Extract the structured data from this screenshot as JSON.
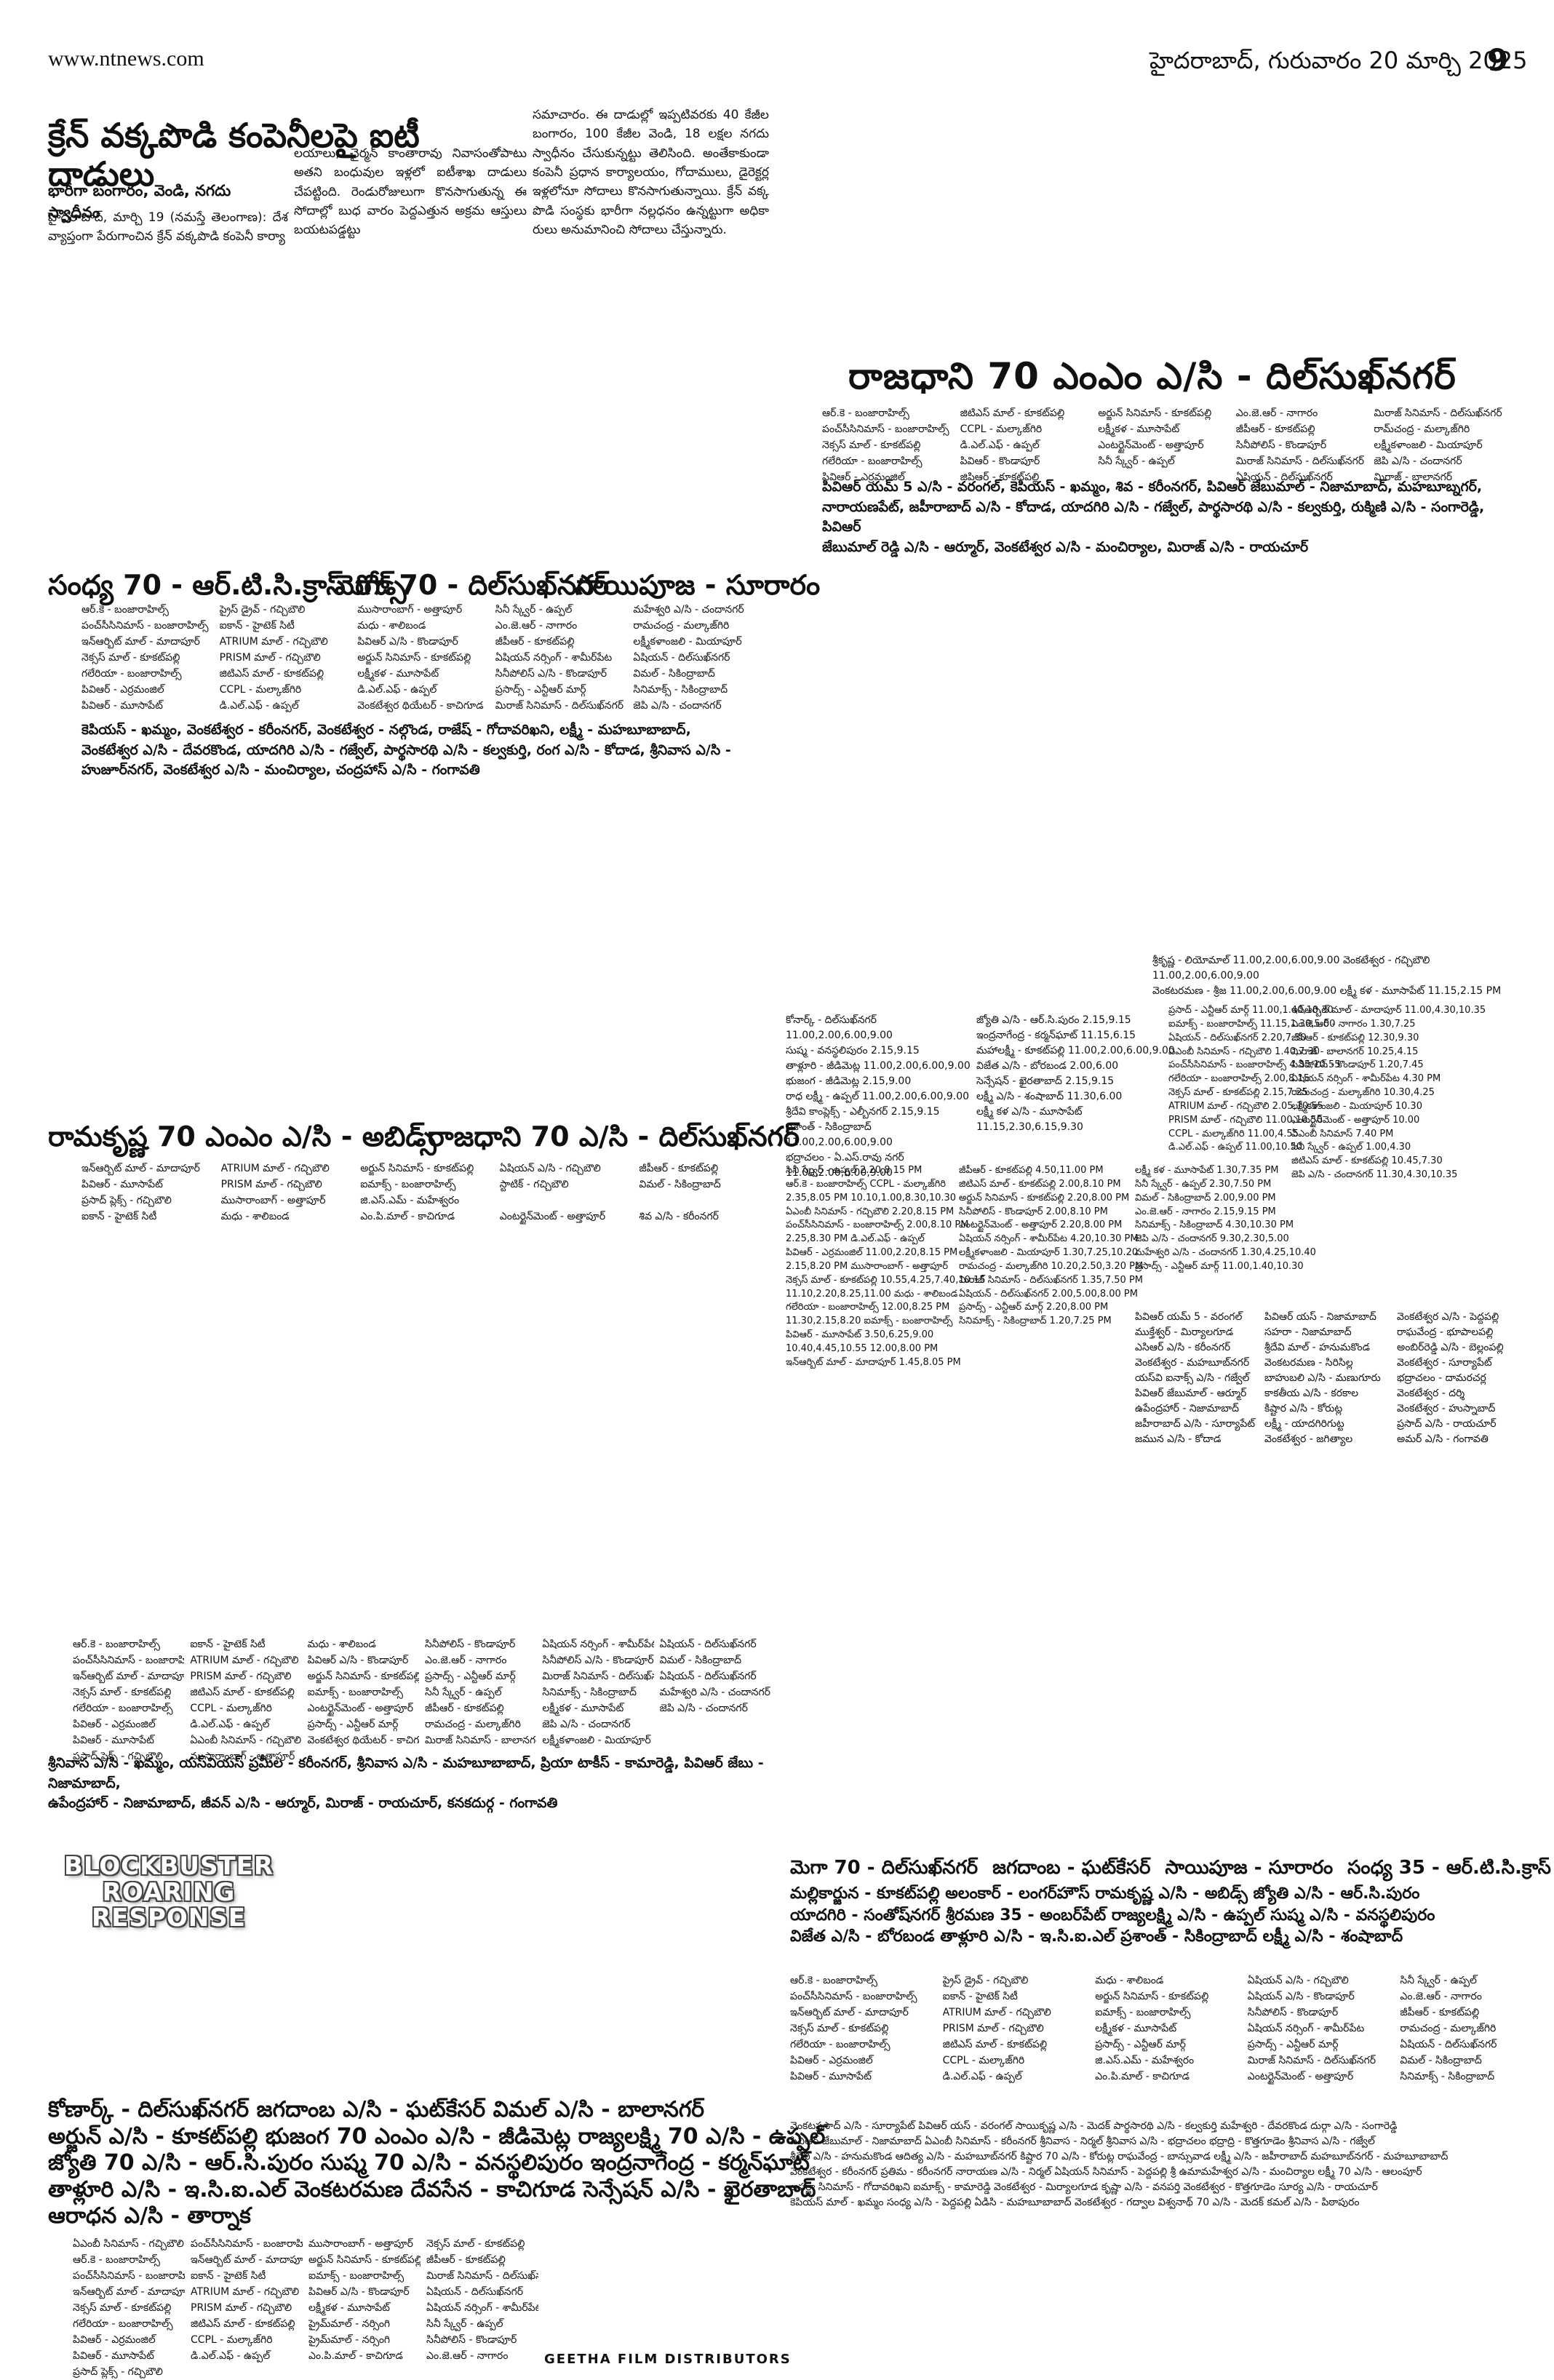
{
  "header": {
    "url": "www.ntnews.com",
    "dateline": "హైదరాబాద్, గురువారం 20 మార్చి 2025",
    "page_number": "9"
  },
  "article": {
    "headline": "క్రేన్ వక్కపొడి కంపెనీలపై ఐటీ దాడులు",
    "subhead": "భారీగా బంగారం, వెండి, నగదు స్వాధీనం",
    "col1": "హైదరాబాద్, మార్చి 19 (నమస్తే తెలంగాణ): దేశ వ్యాప్తంగా పేరుగాంచిన క్రేన్ వక్కపొడి కంపెనీ కార్యా",
    "col2": "లయాలు, చైర్మన్ కాంతారావు నివాసంతోపాటు అతని బంధువుల ఇళ్లలో ఐటీశాఖ దాడులు చేపట్టింది. రెండురోజులుగా కొనసాగుతున్న ఈ సోదాల్లో బుధ వారం పెద్దఎత్తున అక్రమ ఆస్తులు బయటపడ్డట్టు",
    "col3": "సమాచారం. ఈ దాడుల్లో ఇప్పటివరకు 40 కేజీల బంగారం, 100 కేజీల వెండి, 18 లక్షల నగదు స్వాధీనం చేసుకున్నట్టు తెలిసింది. అంతేకాకుండా కంపెనీ ప్రధాన కార్యాలయం, గోదాములు, డైరెక్టర్ల ఇళ్లలోనూ సోదాలు కొనసాగుతున్నాయి. క్రేన్ వక్క పొడి సంస్థకు భారీగా నల్లధనం ఉన్నట్టుగా అధికా రులు అనుమానించి సోదాలు చేస్తున్నారు."
  },
  "ad_top_right": {
    "title": "రాజధాని 70 ఎంఎం ఎ/సి - దిల్‌సుఖ్‌నగర్",
    "grid": [
      "ఆర్.కె - బంజారాహిల్స్",
      "జిటిఎస్ మాల్ - కూకట్‌పల్లి",
      "అర్జున్ సినిమాస్ - కూకట్‌పల్లి",
      "ఎం.జె.ఆర్ - నాగారం",
      "మిరాజ్ సినిమాస్ - దిల్‌సుఖ్‌నగర్",
      "పంచ్‌సీసినిమాస్ - బంజారాహిల్స్",
      "CCPL - మల్కాజ్‌గిరి",
      "లక్ష్మీకళ - మూసాపేట్",
      "జీపీఆర్ - కూకట్‌పల్లి",
      "రామ్‌చంద్ర - మల్కాజ్‌గిరి",
      "నెక్సస్ మాల్ - కూకట్‌పల్లి",
      "డి.ఎల్.ఎఫ్ - ఉప్పల్",
      "ఎంటర్టైన్‌మెంట్ - అత్తాపూర్",
      "సినీపోలిస్ - కొండాపూర్",
      "లక్ష్మీకళాంజలి - మియాపూర్",
      "గలేరియా - బంజారాహిల్స్",
      "పివిఆర్ - కొండాపూర్",
      "సినీ స్క్వేర్ - ఉప్పల్",
      "మిరాజ్ సినిమాస్ - దిల్‌సుఖ్‌నగర్",
      "జెపి ఎ/సి - చందానగర్",
      "పివిఆర్ - ఎర్రమంజిల్",
      "జిపిఆర్ - కూకట్‌పల్లి",
      "",
      "ఏషియన్ - దిల్‌సుఖ్‌నగర్",
      "మిరాజ్ - బాలానగర్"
    ],
    "lines": [
      "పివిఆర్ యమ్ 5 ఎ/సి - వరంగల్, కెపియస్ - ఖమ్మం, శివ - కరీంనగర్, పివిఆర్ జేబుమాల్ - నిజామాబాద్, మహబూబ్నగర్,",
      "నారాయణపేట్, జహీరాబాద్ ఎ/సి - కోదాడ, యాదగిరి ఎ/సి - గజ్వేల్, పార్థసారథి ఎ/సి - కల్వకుర్తి, రుక్మిణి ఎ/సి - సంగారెడ్డి, పివిఆర్",
      "జేబుమాల్ రెడ్డి ఎ/సి - ఆర్మూర్, వెంకటేశ్వర ఎ/సి - మంచిర్యాల, మిరాజ్ ఎ/సి - రాయచూర్"
    ]
  },
  "ad_mid_left": {
    "titles": [
      "సంధ్య 70 - ఆర్.టి.సి.క్రాస్ రోడ్స్",
      "మెగా 70 - దిల్‌సుఖ్‌నగర్",
      "సాయిపూజ - సూరారం"
    ],
    "grid": [
      "ఆర్.కె - బంజారాహిల్స్",
      "ప్రైస్ డ్రైవ్ - గచ్చిబౌలి",
      "ముసారాంబాగ్ - అత్తాపూర్",
      "సినీ స్క్వేర్ - ఉప్పల్",
      "మహేశ్వరి ఎ/సి - చందానగర్",
      "పంచ్‌సీసినిమాస్ - బంజారాహిల్స్",
      "ఐకాన్ - హైటెక్ సిటీ",
      "మధు - శాలిబండ",
      "ఎం.జె.ఆర్ - నాగారం",
      "రామచంద్ర - మల్కాజ్‌గిరి",
      "ఇన్‌ఆర్బిట్ మాల్ - మాదాపూర్",
      "ATRIUM మాల్ - గచ్చిబౌలి",
      "పివిఆర్ ఎ/సి - కొండాపూర్",
      "జీపీఆర్ - కూకట్‌పల్లి",
      "లక్ష్మీకళాంజలి - మియాపూర్",
      "నెక్సస్ మాల్ - కూకట్‌పల్లి",
      "PRISM మాల్ - గచ్చిబౌలి",
      "అర్జున్ సినిమాస్ - కూకట్‌పల్లి",
      "ఏషియన్ నర్సింగ్ - శామీర్‌పేట",
      "ఏషియన్ - దిల్‌సుఖ్‌నగర్",
      "గలేరియా - బంజారాహిల్స్",
      "జిటిఎస్ మాల్ - కూకట్‌పల్లి",
      "లక్ష్మీకళ - మూసాపేట్",
      "సినీపోలిస్ ఎ/సి - కొండాపూర్",
      "విమల్ - సికింద్రాబాద్",
      "పివిఆర్ - ఎర్రమంజిల్",
      "CCPL - మల్కాజ్‌గిరి",
      "డి.ఎల్.ఎఫ్ - ఉప్పల్",
      "ప్రసాద్స్ - ఎన్టీఆర్ మార్గ్",
      "సినిమాక్స్ - సికింద్రాబాద్",
      "పివిఆర్ - మూసాపేట్",
      "డి.ఎల్.ఎఫ్ - ఉప్పల్",
      "వెంకటేశ్వర థియేటర్ - కాచిగూడ",
      "మిరాజ్ సినిమాస్ - దిల్‌సుఖ్‌నగర్",
      "జెపి ఎ/సి - చందానగర్"
    ],
    "lines": [
      "కెపియస్ - ఖమ్మం, వెంకటేశ్వర - కరీంనగర్, వెంకటేశ్వర - నల్గొండ, రాజేష్ - గోదావరిఖని, లక్ష్మీ - మహబూబాబాద్,",
      "వెంకటేశ్వర ఎ/సి - దేవరకొండ, యాదగిరి ఎ/సి - గజ్వేల్, పార్థసారథి ఎ/సి - కల్వకుర్తి, రంగ ఎ/సి - కోదాడ, శ్రీనివాస ఎ/సి -",
      "హుజూర్‌నగర్, వెంకటేశ్వర ఎ/సి - మంచిర్యాల, చంద్రహాస్ ఎ/సి - గంగావతి"
    ]
  },
  "ad_ramakrishna": {
    "titles": [
      "రామకృష్ణ 70 ఎంఎం ఎ/సి - అబిడ్స్",
      "రాజధాని 70 ఎ/సి - దిల్‌సుఖ్‌నగర్"
    ],
    "grid": [
      "ఇన్‌ఆర్బిట్ మాల్ - మాదాపూర్",
      "ATRIUM మాల్ - గచ్చిబౌలి",
      "అర్జున్ సినిమాస్ - కూకట్‌పల్లి",
      "ఏషియన్ ఎ/సి - గచ్చిబౌలి",
      "జీపీఆర్ - కూకట్‌పల్లి",
      "పివిఆర్ - మూసాపేట్",
      "PRISM మాల్ - గచ్చిబౌలి",
      "ఐమాక్స్ - బంజారాహిల్స్",
      "స్టాటిక్ - గచ్చిబౌలి",
      "విమల్ - సికింద్రాబాద్",
      "ప్రసాద్ ప్లెక్స్ - గచ్చిబౌలి",
      "ముసారాంబాగ్ - అత్తాపూర్",
      "జి.ఎస్.ఎమ్ - మహేశ్వరం",
      "",
      "",
      "ఐకాన్ - హైటెక్ సిటీ",
      "మధు - శాలిబండ",
      "ఎం.పి.మాల్ - కాచిగూడ",
      "ఎంటర్టైన్‌మెంట్ - అత్తాపూర్",
      "శివ ఎ/సి - కరీంనగర్"
    ]
  },
  "showtimes": {
    "top_lines": [
      "శ్రీకృష్ణ - లియోమాల్ 11.00,2.00,6.00,9.00   వెంకటేశ్వర - గచ్చిబౌలి 11.00,2.00,6.00,9.00",
      "వెంకటరమణ - శ్రీజ 11.00,2.00,6.00,9.00   లక్ష్మీ కళ - మూసాపేట్ 11.15,2.15 PM"
    ],
    "left_col": [
      "కోనార్క్ - దిల్‌సుఖ్‌నగర్ 11.00,2.00,6.00,9.00",
      "సుష్మ - వనస్థలిపురం 2.15,9.15",
      "తాళ్లూరి - జీడిమెట్ల 11.00,2.00,6.00,9.00",
      "భుజంగ - జీడిమెట్ల 2.15,9.00",
      "రాధ లక్ష్మీ - ఉప్పల్ 11.00,2.00,6.00,9.00",
      "శ్రీదేవి కాంప్లెక్స్ - ఎల్బీనగర్ 2.15,9.15",
      "ప్రశాంత్ - సికింద్రాబాద్ 11.00,2.00,6.00,9.00",
      "భద్రాచలం - ఏ.ఎస్.రావు నగర్ 11.00,2.00,6.00,9.00"
    ],
    "mid_col": [
      "జ్యోతి ఎ/సి - ఆర్.సి.పురం 2.15,9.15",
      "ఇంద్రనాగేంద్ర - కర్మన్‌ఘాట్ 11.15,6.15",
      "మహాలక్ష్మీ - కూకట్‌పల్లి 11.00,2.00,6.00,9.00",
      "విజేత ఎ/సి - బోరబండ 2.00,6.00",
      "సెన్సేషన్ - ఖైరతాబాద్ 2.15,9.15",
      "లక్ష్మీ ఎ/సి - శంషాబాద్ 11.30,6.00",
      "లక్ష్మీ కళ ఎ/సి - మూసాపేట్",
      "11.15,2.30,6.15,9.30"
    ],
    "dense_a": [
      "సినీ స్క్వేర్ - ఉప్పల్  2.20,8.15 PM",
      "ఆర్.కె - బంజారాహిల్స్  CCPL - మల్కాజ్‌గిరి",
      "2.35,8.05 PM  10.10,1.00,8.30,10.30",
      "ఏఎంబీ సినిమాస్ - గచ్చిబౌలి  2.20,8.15 PM",
      "పంచ్‌సీసినిమాస్ - బంజారాహిల్స్  2.00,8.10 PM",
      "2.25,8.30 PM  డి.ఎల్.ఎఫ్ - ఉప్పల్",
      "పివిఆర్ - ఎర్రమంజిల్  11.00,2.20,8.15 PM",
      "2.15,8.20 PM  ముసారాంబాగ్ - అత్తాపూర్",
      "నెక్సస్ మాల్ - కూకట్‌పల్లి  10.55,4.25,7.40,10.15",
      "11.10,2.20,8.25,11.00  మధు - శాలిబండ",
      "గలేరియా - బంజారాహిల్స్  12.00,8.25 PM",
      "11.30,2.15,8.20  ఐమాక్స్ - బంజారాహిల్స్",
      "పివిఆర్ - మూసాపేట్  3.50,6.25,9.00",
      "10.40,4.45,10.55  12.00,8.00 PM",
      "ఇన్‌ఆర్బిట్ మాల్ - మాదాపూర్  1.45,8.05 PM"
    ],
    "dense_b": [
      "జీపీఆర్ - కూకట్‌పల్లి  4.50,11.00 PM",
      "జిటిఎస్ మాల్ - కూకట్‌పల్లి  2.00,8.10 PM",
      "అర్జున్ సినిమాస్ - కూకట్‌పల్లి  2.20,8.00 PM",
      "సినీపోలిస్ - కొండాపూర్  2.00,8.10 PM",
      "ఎంటర్టైన్‌మెంట్ - అత్తాపూర్  2.20,8.00 PM",
      "ఏషియన్ నర్సింగ్ - శామీర్‌పేట  4.20,10.30 PM",
      "లక్ష్మీకళాంజలి - మియాపూర్  1.30,7.25,10.20",
      "రామచంద్ర - మల్కాజ్‌గిరి  10.20,2.50,3.20 PM",
      "మిరాజ్ సినిమాస్ - దిల్‌సుఖ్‌నగర్  1.35,7.50 PM",
      "ఏషియన్ - దిల్‌సుఖ్‌నగర్  2.00,5.00,8.00 PM",
      "ప్రసాద్స్ - ఎన్టీఆర్ మార్గ్  2.20,8.00 PM",
      "సినిమాక్స్ - సికింద్రాబాద్  1.20,7.25 PM"
    ],
    "dense_c": [
      "లక్ష్మీ కళ - మూసాపేట్  1.30,7.35 PM",
      "సినీ స్క్వేర్ - ఉప్పల్  2.30,7.50 PM",
      "విమల్ - సికింద్రాబాద్  2.00,9.00 PM",
      "ఎం.జె.ఆర్ - నాగారం  2.15,9.15 PM",
      "సినిమాక్స్ - సికింద్రాబాద్  4.30,10.30 PM",
      "జెపి ఎ/సి - చందానగర్  9.30,2.30,5.00",
      "మహేశ్వరి ఎ/సి - చందానగర్  1.30,4.25,10.40",
      "ప్రసాద్స్ - ఎన్టీఆర్ మార్గ్  11.00,1.40,10.30"
    ],
    "dense_d": [
      "ప్రసాద్ - ఎన్టీఆర్ మార్గ్ 11.00,1.40,10.30",
      "ఐమాక్స్ - బంజారాహిల్స్ 11.15,1.30,5.00",
      "ఏషియన్ - దిల్‌సుఖ్‌నగర్ 2.20,7.30",
      "ఏఎంబీ సినిమాస్ - గచ్చిబౌలి 1.40,7.30",
      "పంచ్‌సీసినిమాస్ - బంజారాహిల్స్ 4.35,10.55",
      "గలేరియా - బంజారాహిల్స్ 2.00,8.15",
      "నెక్సస్ మాల్ - కూకట్‌పల్లి 2.15,7.25",
      "ATRIUM మాల్ - గచ్చిబౌలి 2.05,10.55",
      "PRISM మాల్ - గచ్చిబౌలి 11.00,10.50",
      "CCPL - మల్కాజ్‌గిరి 11.00,4.55",
      "డి.ఎల్.ఎఫ్ - ఉప్పల్ 11.00,10.50"
    ],
    "dense_e": [
      "ఇన్‌ఆర్బిట్ మాల్ - మాదాపూర్ 11.00,4.30,10.35",
      "ఎం.జె.ఆర్ - నాగారం 1.30,7.25",
      "జీపీఆర్ - కూకట్‌పల్లి 12.30,9.30",
      "మిరాజ్ - బాలానగర్ 10.25,4.15",
      "సినీపోలిస్ - కొండాపూర్ 1.20,7.45",
      "ఏషియన్ నర్సింగ్ - శామీర్‌పేట 4.30 PM",
      "రామచంద్ర - మల్కాజ్‌గిరి 10.30,4.25",
      "లక్ష్మీకళాంజలి - మియాపూర్ 10.30",
      "ఎంటర్టైన్‌మెంట్ - అత్తాపూర్ 10.00",
      "ఏఎంబీ సినిమాస్ 7.40 PM",
      "సినీ స్క్వేర్ - ఉప్పల్ 1.00,4.30",
      "జిటిఎస్ మాల్ - కూకట్‌పల్లి 10.45,7.30",
      "జెపి ఎ/సి - చందానగర్ 11.30,4.30,10.35"
    ],
    "lower_lines_a": [
      "పివిఆర్ యమ్ 5 - వరంగల్",
      "ముక్తేశ్వర్ - మిర్యాలగూడ",
      "ఎసిఆర్ ఎ/సి - కరీంనగర్",
      "వెంకటేశ్వర - మహబూబ్‌నగర్",
      "యస్‌వి ఐనాక్స్ ఎ/సి - గజ్వేల్",
      "పివిఆర్ జేబుమాల్ - ఆర్మూర్",
      "ఉపేంద్రహార్ - నిజామాబాద్",
      "జహీరాబాద్ ఎ/సి - సూర్యాపేట్",
      "జమున ఎ/సి - కోదాడ"
    ],
    "lower_lines_b": [
      "పివిఆర్ యస్ - నిజామాబాద్",
      "సహరా - నిజామాబాద్",
      "శ్రీదేవి మాల్ - హనుమకొండ",
      "వెంకటరమణ - సిరిసిల్ల",
      "బాహుబలి ఎ/సి - మణుగూరు",
      "కాకతీయ ఎ/సి - కరకాల",
      "కిష్టార ఎ/సి - కోరుట్ల",
      "లక్ష్మీ - యాదగిరిగుట్ట",
      "వెంకటేశ్వర - జగిత్యాల"
    ],
    "lower_lines_c": [
      "వెంకటేశ్వర ఎ/సి - పెద్దపల్లి",
      "రాఘవేంద్ర - భూపాలపల్లి",
      "అంబిర్‌రెడ్డి ఎ/సి - బెల్లంపల్లి",
      "వెంకటేశ్వర - సూర్యాపేట్",
      "భద్రాచలం - దామరచర్ల",
      "వెంకటేశ్వర - దర్శి",
      "వెంకటేశ్వర - హుస్నాబాద్",
      "ప్రసాద్ ఎ/సి - రాయచూర్",
      "అమర్ ఎ/సి - గంగావతి"
    ]
  },
  "ad_lower_left": {
    "grid": [
      "ఆర్.కె - బంజారాహిల్స్",
      "ఐకాన్ - హైటెక్ సిటీ",
      "మధు - శాలిబండ",
      "సినీపోలిస్ - కొండాపూర్",
      "ఏషియన్ నర్సింగ్ - శామీర్‌పేట",
      "ఏషియన్ - దిల్‌సుఖ్‌నగర్",
      "పంచ్‌సీసినిమాస్ - బంజారాహిల్స్",
      "ATRIUM మాల్ - గచ్చిబౌలి",
      "పివిఆర్ ఎ/సి - కొండాపూర్",
      "ఎం.జె.ఆర్ - నాగారం",
      "సినీపోలిస్ ఎ/సి - కొండాపూర్",
      "విమల్ - సికింద్రాబాద్",
      "ఇన్‌ఆర్బిట్ మాల్ - మాదాపూర్",
      "PRISM మాల్ - గచ్చిబౌలి",
      "అర్జున్ సినిమాస్ - కూకట్‌పల్లి",
      "ప్రసాద్స్ - ఎన్టీఆర్ మార్గ్",
      "మిరాజ్ సినిమాస్ - దిల్‌సుఖ్‌నగర్",
      "ఏషియన్ - దిల్‌సుఖ్‌నగర్",
      "నెక్సస్ మాల్ - కూకట్‌పల్లి",
      "జిటిఎస్ మాల్ - కూకట్‌పల్లి",
      "ఐమాక్స్ - బంజారాహిల్స్",
      "సినీ స్క్వేర్ - ఉప్పల్",
      "సినిమాక్స్ - సికింద్రాబాద్",
      "మహేశ్వరి ఎ/సి - చందానగర్",
      "గలేరియా - బంజారాహిల్స్",
      "CCPL - మల్కాజ్‌గిరి",
      "ఎంటర్టైన్‌మెంట్ - అత్తాపూర్",
      "జీపీఆర్ - కూకట్‌పల్లి",
      "లక్ష్మీకళ - మూసాపేట్",
      "జెపి ఎ/సి - చందానగర్",
      "పివిఆర్ - ఎర్రమంజిల్",
      "డి.ఎల్.ఎఫ్ - ఉప్పల్",
      "ప్రసాద్స్ - ఎన్టీఆర్ మార్గ్",
      "రామచంద్ర - మల్కాజ్‌గిరి",
      "జెపి ఎ/సి - చందానగర్",
      "",
      "పివిఆర్ - మూసాపేట్",
      "ఏఎంబీ సినిమాస్ - గచ్చిబౌలి",
      "వెంకటేశ్వర థియేటర్ - కాచిగూడ",
      "మిరాజ్ సినిమాస్ - బాలానగర్",
      "లక్ష్మీకళాంజలి - మియాపూర్",
      "",
      "ప్రసాద్ ప్లెక్స్ - గచ్చిబౌలి",
      "ముసారాంబాగ్ - అత్తాపూర్",
      "",
      "",
      "",
      ""
    ],
    "lines": [
      "శ్రీనివాస ఎ/సి - ఖమ్మం, యస్‌వియస్ ప్రమీల - కరీంనగర్, శ్రీనివాస ఎ/సి - మహబూబాబాద్, ప్రియా టాకీస్ - కామారెడ్డి, పివిఆర్ జేబు - నిజామాబాద్,",
      "ఉపేంద్రహార్ - నిజామాబాద్, జీవన్ ఎ/సి - ఆర్మూర్, మిరాజ్ - రాయచూర్, కనకదుర్గ - గంగావతి"
    ]
  },
  "ad_bottom": {
    "banner": [
      "BLOCKBUSTER",
      "ROARING",
      "RESPONSE"
    ],
    "header_row": [
      "మెగా 70 - దిల్‌సుఖ్‌నగర్",
      "జగదాంబ - ఘట్‌కేసర్",
      "సాయిపూజ - సూరారం",
      "సంధ్య 35 - ఆర్.టి.సి.క్రాస్ రోడ్స్"
    ],
    "big_lines_right": [
      "మల్లికార్జున - కూకట్‌పల్లి   అలంకార్ - లంగర్‌హౌస్   రామకృష్ణ ఎ/సి - అబిడ్స్   జ్యోతి ఎ/సి - ఆర్.సి.పురం",
      "యాదగిరి - సంతోష్‌నగర్   శ్రీరమణ 35 - అంబర్‌పేట్   రాజ్యలక్ష్మి ఎ/సి - ఉప్పల్   సుష్మ ఎ/సి - వనస్థలిపురం",
      "విజేత ఎ/సి - బోరబండ   తాళ్లూరి ఎ/సి - ఇ.సి.ఐ.ఎల్   ప్రశాంత్ - సికింద్రాబాద్   లక్ష్మీ ఎ/సి - శంషాబాద్"
    ],
    "big_lines_left": [
      "కోణార్క్ - దిల్‌సుఖ్‌నగర్   జగదాంబ ఎ/సి - ఘట్‌కేసర్   విమల్ ఎ/సి - బాలానగర్",
      "అర్జున్ ఎ/సి - కూకట్‌పల్లి   భుజంగ 70 ఎంఎం ఎ/సి - జీడిమెట్ల   రాజ్యలక్ష్మి 70 ఎ/సి - ఉప్పల్",
      "జ్యోతి 70 ఎ/సి - ఆర్.సి.పురం   సుష్మ 70 ఎ/సి - వనస్థలిపురం   ఇంద్రనాగేంద్ర - కర్మన్‌ఘాట్",
      "తాళ్లూరి ఎ/సి - ఇ.సి.ఐ.ఎల్   వెంకటరమణ దేవసేన - కాచిగూడ   సెన్సేషన్ ఎ/సి - ఖైరతాబాద్",
      "ఆరాధన ఎ/సి - తార్నాక"
    ],
    "grid_right": [
      "ఆర్.కె - బంజారాహిల్స్",
      "ప్రైస్ డ్రైవ్ - గచ్చిబౌలి",
      "మధు - శాలిబండ",
      "ఏషియన్ ఎ/సి - గచ్చిబౌలి",
      "సినీ స్క్వేర్ - ఉప్పల్",
      "పంచ్‌సీసినిమాస్ - బంజారాహిల్స్",
      "ఐకాన్ - హైటెక్ సిటీ",
      "అర్జున్ సినిమాస్ - కూకట్‌పల్లి",
      "ఏషియన్ ఎ/సి - కొండాపూర్",
      "ఎం.జె.ఆర్ - నాగారం",
      "ఇన్‌ఆర్బిట్ మాల్ - మాదాపూర్",
      "ATRIUM మాల్ - గచ్చిబౌలి",
      "ఐమాక్స్ - బంజారాహిల్స్",
      "సినీపోలిస్ - కొండాపూర్",
      "జీపీఆర్ - కూకట్‌పల్లి",
      "నెక్సస్ మాల్ - కూకట్‌పల్లి",
      "PRISM మాల్ - గచ్చిబౌలి",
      "లక్ష్మీకళ - మూసాపేట్",
      "ఏషియన్ నర్సింగ్ - శామీర్‌పేట",
      "రామచంద్ర - మల్కాజ్‌గిరి",
      "గలేరియా - బంజారాహిల్స్",
      "జిటిఎస్ మాల్ - కూకట్‌పల్లి",
      "ప్రసాద్స్ - ఎన్టీఆర్ మార్గ్",
      "ప్రసాద్స్ - ఎన్టీఆర్ మార్గ్",
      "ఏషియన్ - దిల్‌సుఖ్‌నగర్",
      "పివిఆర్ - ఎర్రమంజిల్",
      "CCPL - మల్కాజ్‌గిరి",
      "జి.ఎస్.ఎమ్ - మహేశ్వరం",
      "మిరాజ్ సినిమాస్ - దిల్‌సుఖ్‌నగర్",
      "విమల్ - సికింద్రాబాద్",
      "పివిఆర్ - మూసాపేట్",
      "డి.ఎల్.ఎఫ్ - ఉప్పల్",
      "ఎం.పి.మాల్ - కాచిగూడ",
      "ఎంటర్టైన్‌మెంట్ - అత్తాపూర్",
      "సినిమాక్స్ - సికింద్రాబాద్"
    ],
    "grid_left": [
      "ఏఎంబీ సినిమాస్ - గచ్చిబౌలి",
      "పంచ్‌సీసినిమాస్ - బంజారాహిల్స్",
      "ముసారాంబాగ్ - అత్తాపూర్",
      "నెక్సస్ మాల్ - కూకట్‌పల్లి",
      "ఆర్.కె - బంజారాహిల్స్",
      "ఇన్‌ఆర్బిట్ మాల్ - మాదాపూర్",
      "అర్జున్ సినిమాస్ - కూకట్‌పల్లి",
      "జీపీఆర్ - కూకట్‌పల్లి",
      "పంచ్‌సీసినిమాస్ - బంజారాహిల్స్",
      "ఐకాన్ - హైటెక్ సిటీ",
      "ఐమాక్స్ - బంజారాహిల్స్",
      "మిరాజ్ సినిమాస్ - దిల్‌సుఖ్‌నగర్",
      "ఇన్‌ఆర్బిట్ మాల్ - మాదాపూర్",
      "ATRIUM మాల్ - గచ్చిబౌలి",
      "పివిఆర్ ఎ/సి - కొండాపూర్",
      "ఏషియన్ - దిల్‌సుఖ్‌నగర్",
      "నెక్సస్ మాల్ - కూకట్‌పల్లి",
      "PRISM మాల్ - గచ్చిబౌలి",
      "లక్ష్మీకళ - మూసాపేట్",
      "ఏషియన్ నర్సింగ్ - శామీర్‌పేట",
      "గలేరియా - బంజారాహిల్స్",
      "జిటిఎస్ మాల్ - కూకట్‌పల్లి",
      "ప్రైమ్‌మాల్ - నర్సింగి",
      "సినీ స్క్వేర్ - ఉప్పల్",
      "పివిఆర్ - ఎర్రమంజిల్",
      "CCPL - మల్కాజ్‌గిరి",
      "ప్రైమ్‌మాల్ - నర్సింగి",
      "సినీపోలిస్ - కొండాపూర్",
      "పివిఆర్ - మూసాపేట్",
      "డి.ఎల్.ఎఫ్ - ఉప్పల్",
      "ఎం.పి.మాల్ - కాచిగూడ",
      "ఎం.జె.ఆర్ - నాగారం",
      "ప్రసాద్ ప్లెక్స్ - గచ్చిబౌలి",
      "",
      "",
      ""
    ],
    "small_lines": [
      "వెంకటప్రసాద్ ఎ/సి - సూర్యాపేట్   పివిఆర్ యస్ - వరంగల్   సాయికృష్ణ ఎ/సి - మెదక్   పార్థసారథి ఎ/సి - కల్వకుర్తి   మహేశ్వరి - దేవరకొండ   దుర్గా ఎ/సి - సంగారెడ్డి",
      "పివిఆర్ జేబుమాల్ - నిజామాబాద్   ఏఎంబీ సినిమాస్ - కరీంనగర్   శ్రీనివాస - నిర్మల్   శ్రీనివాస ఎ/సి - భద్రాచలం   భద్రాద్రి - కొత్తగూడెం   శ్రీనివాస ఎ/సి - గజ్వేల్",
      "శ్రీదేవి ఎ/సి - హనుమకొండ   ఆదిత్య ఎ/సి - మహబూబ్‌నగర్   కిష్టార 70 ఎ/సి - కోరుట్ల   రాఘవేంద్ర - బాన్సువాడ   లక్ష్మీ ఎ/సి - జహీరాబాద్   మహబూబ్‌నగర్ - మహబూబాబాద్",
      "వెంకటేశ్వర - కరీంనగర్   ప్రతిమ - కరీంనగర్   నారాయణ ఎ/సి - నిర్మల్   ఏషియన్ సినిమాస్ - పెద్దపల్లి   శ్రీ ఉమామహేశ్వర ఎ/సి - మంచిర్యాల   లక్ష్మీ 70 ఎ/సి - ఆలంపూర్",
      "అపర్ణా సినిమాస్ - గోదావరిఖని   ఐమాక్స్ - కామారెడ్డి   వెంకటేశ్వర - మిర్యాలగూడ   కృష్ణా ఎ/సి - వనపర్తి   వెంకటేశ్వర - కొత్తగూడెం   సూర్య ఎ/సి - రాయచూర్",
      "కెపియస్ మాల్ - ఖమ్మం   సంధ్య ఎ/సి - పెద్దపల్లి   ఏడిసి - మహబూబాబాద్   వెంకటేశ్వర - గద్వాల   విశ్వనాథ్ 70 ఎ/సి - మెదక్   కమల్ ఎ/సి - పిఠాపురం"
    ],
    "distributor": "GEETHA FILM DISTRIBUTORS"
  }
}
